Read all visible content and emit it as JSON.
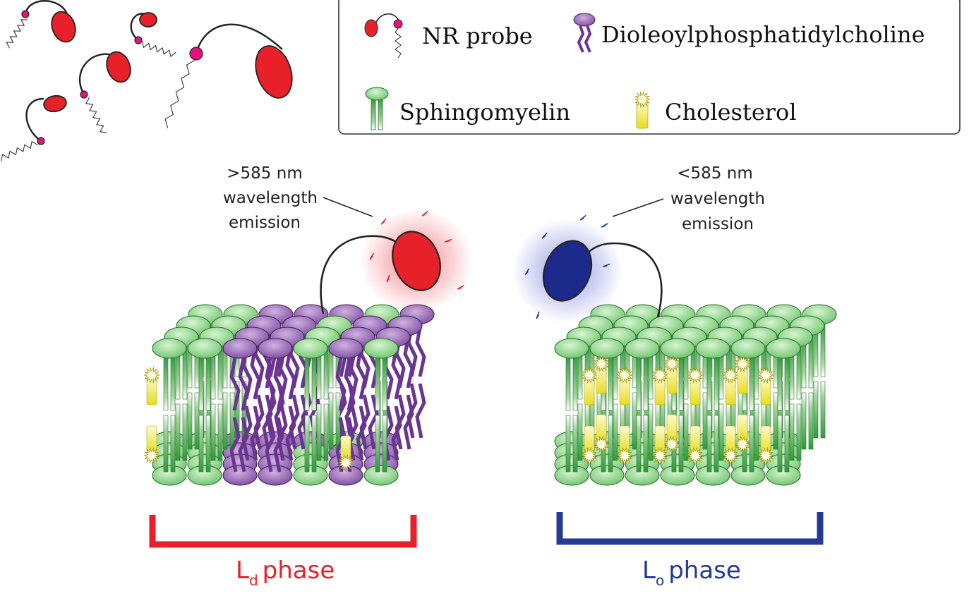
{
  "legend": {
    "nr_probe": "NR probe",
    "dopc": "Dioleoylphosphatidylcholine",
    "sphingomyelin": "Sphingomyelin",
    "cholesterol": "Cholesterol"
  },
  "ld_emission": {
    "line1": ">585 nm",
    "line2": "wavelength",
    "line3": "emission"
  },
  "lo_emission": {
    "line1": "<585 nm",
    "line2": "wavelength",
    "line3": "emission"
  },
  "ld_phase": {
    "letter": "L",
    "subscript": "d",
    "word": "phase"
  },
  "lo_phase": {
    "letter": "L",
    "subscript": "o",
    "word": "phase"
  },
  "colors": {
    "probe_red": "#e8202a",
    "probe_pink": "#e0137f",
    "probe_blue": "#1c2a8c",
    "sm_green": "#4caf50",
    "sm_head": "#a8e0a0",
    "dopc_purple": "#7a3f99",
    "dopc_head": "#a679c0",
    "chol_yellow": "#f2ea3c",
    "ld_bracket": "#e8202a",
    "lo_bracket": "#243a93"
  }
}
